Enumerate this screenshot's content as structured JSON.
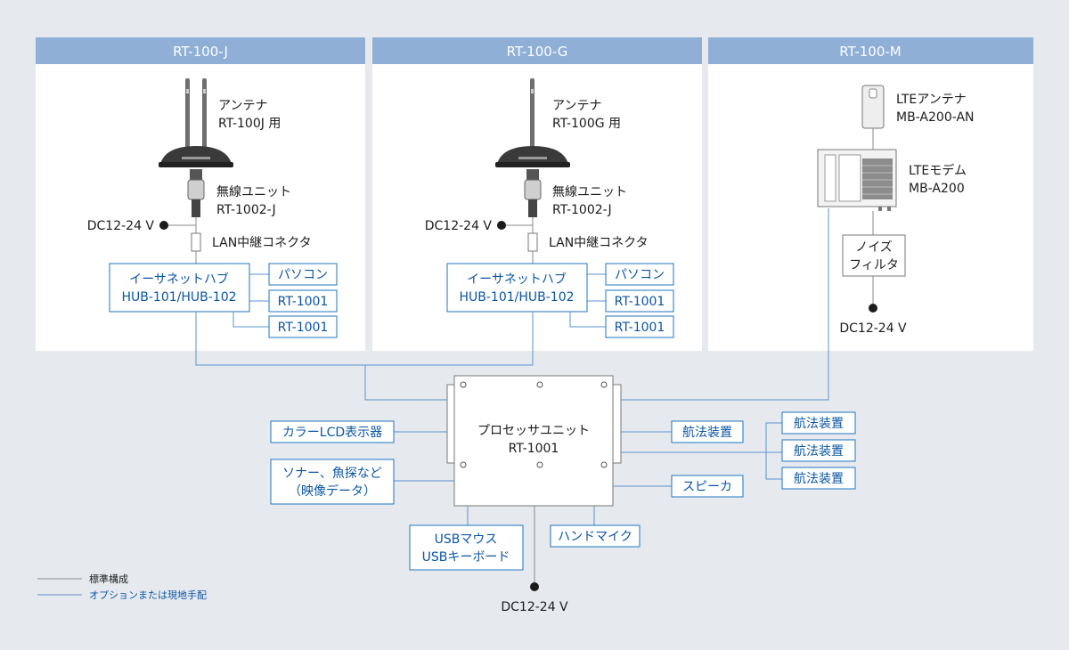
{
  "panels": {
    "j": {
      "title": "RT-100-J"
    },
    "g": {
      "title": "RT-100-G"
    },
    "m": {
      "title": "RT-100-M"
    }
  },
  "rt100j": {
    "antenna_line1": "アンテナ",
    "antenna_line2": "RT-100J 用",
    "radio_line1": "無線ユニット",
    "radio_line2": "RT-1002-J",
    "dc": "DC12-24 V",
    "lan": "LAN中継コネクタ",
    "hub_line1": "イーサネットハブ",
    "hub_line2": "HUB-101/HUB-102",
    "pc": "パソコン",
    "rt1": "RT-1001",
    "rt2": "RT-1001"
  },
  "rt100g": {
    "antenna_line1": "アンテナ",
    "antenna_line2": "RT-100G 用",
    "radio_line1": "無線ユニット",
    "radio_line2": "RT-1002-J",
    "dc": "DC12-24 V",
    "lan": "LAN中継コネクタ",
    "hub_line1": "イーサネットハブ",
    "hub_line2": "HUB-101/HUB-102",
    "pc": "パソコン",
    "rt1": "RT-1001",
    "rt2": "RT-1001"
  },
  "rt100m": {
    "lte_antenna_line1": "LTEアンテナ",
    "lte_antenna_line2": "MB-A200-AN",
    "lte_modem_line1": "LTEモデム",
    "lte_modem_line2": "MB-A200",
    "filter_line1": "ノイズ",
    "filter_line2": "フィルタ",
    "dc": "DC12-24 V"
  },
  "processor": {
    "line1": "プロセッサユニット",
    "line2": "RT-1001",
    "dc": "DC12-24 V"
  },
  "peripherals": {
    "lcd": "カラーLCD表示器",
    "sonar_line1": "ソナー、魚探など",
    "sonar_line2": "（映像データ）",
    "usb_line1": "USBマウス",
    "usb_line2": "USBキーボード",
    "mic": "ハンドマイク",
    "nav1": "航法装置",
    "nav2": "航法装置",
    "nav3": "航法装置",
    "nav4": "航法装置",
    "speaker": "スピーカ"
  },
  "legend": {
    "standard": "標準構成",
    "option": "オプションまたは現地手配"
  },
  "colors": {
    "background": "#e6eaee",
    "panel_header": "#8fafd6",
    "option_line": "#5a93cf",
    "standard_line": "#8a8a8a",
    "option_text": "#0b55a3"
  }
}
